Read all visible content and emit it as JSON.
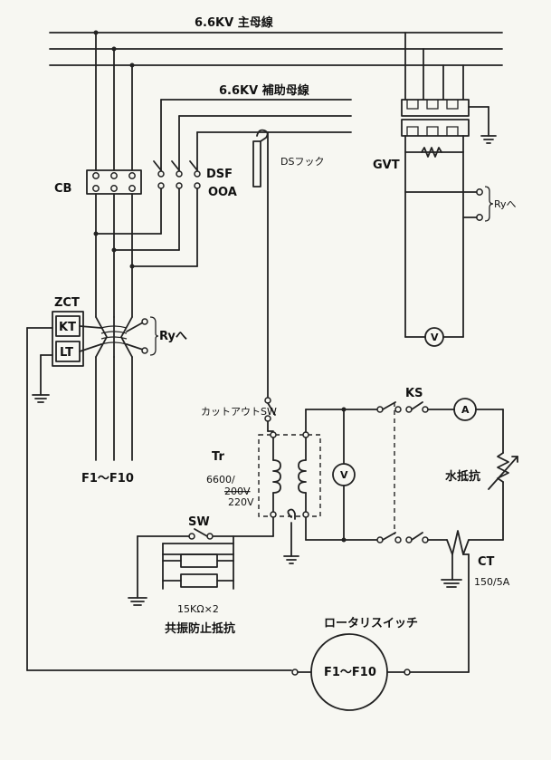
{
  "labels": {
    "main_bus": "6.6KV 主母線",
    "aux_bus": "6.6KV 補助母線",
    "cb": "CB",
    "dsf": "DSF",
    "dsf_rating": "OOA",
    "ds_hook": "DSフック",
    "gvt": "GVT",
    "ry_gvt": "Ryへ",
    "zct": "ZCT",
    "kt": "KT",
    "lt": "LT",
    "ry_zct": "Ryへ",
    "feeders": "F1～F10",
    "cutout": "カットアウトSW",
    "tr": "Tr",
    "tr_primary": "6600/",
    "tr_struck": "200V",
    "tr_secondary": "220V",
    "ks": "KS",
    "water_resistor": "水抵抗",
    "sw": "SW",
    "resistor_value": "15KΩ×2",
    "resonance_resistor": "共振防止抵抗",
    "ct": "CT",
    "ct_ratio": "150/5A",
    "rotary_switch": "ロータリスイッチ",
    "rotary_range": "F1～F10",
    "ammeter": "A",
    "voltmeter": "V"
  }
}
